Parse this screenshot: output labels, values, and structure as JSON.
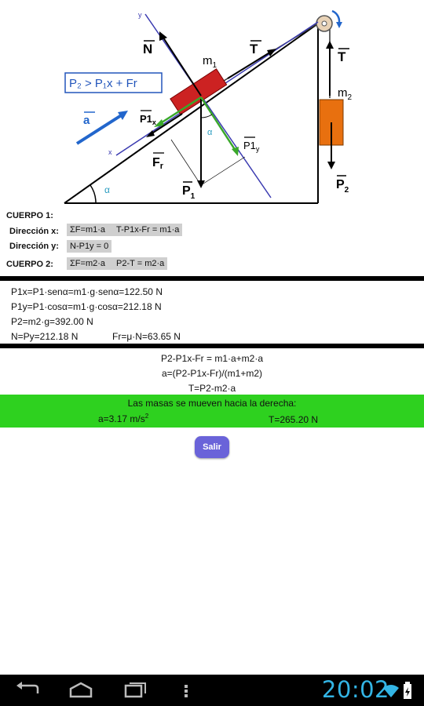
{
  "diagram": {
    "condition": "P₂ > P₁x + Fr",
    "labels": {
      "N": "N",
      "T1": "T",
      "T2": "T",
      "m1": "m",
      "m1_sub": "1",
      "m2": "m",
      "m2_sub": "2",
      "a": "a",
      "P1x": "P1",
      "P1x_sub": "x",
      "P1y": "P1",
      "P1y_sub": "y",
      "Fr": "F",
      "Fr_sub": "r",
      "P1": "P",
      "P1_sub": "1",
      "P2": "P",
      "P2_sub": "2",
      "alpha": "α",
      "y_axis": "y",
      "x_axis": "x"
    },
    "colors": {
      "axis": "#3a3ab0",
      "block1": "#cc2222",
      "block2": "#e8700f",
      "green": "#3aa82a",
      "blue": "#2266cc"
    }
  },
  "cuerpo1": {
    "title": "CUERPO 1:",
    "dir_x_label": "Dirección x:",
    "dir_x_eq1": "ΣF=m1·a",
    "dir_x_eq2": "T-P1x-Fr = m1·a",
    "dir_y_label": "Dirección y:",
    "dir_y_eq": "N-P1y = 0"
  },
  "cuerpo2": {
    "title": "CUERPO 2:",
    "eq1": "ΣF=m2·a",
    "eq2": "P2-T = m2·a"
  },
  "values": {
    "p1x": "P1x=P1·senα=m1·g·senα=122.50 N",
    "p1y": "P1y=P1·cosα=m1·g·cosα=212.18 N",
    "p2": "P2=m2·g=392.00 N",
    "n": "N=Py=212.18 N",
    "fr": "Fr=μ·N=63.65 N"
  },
  "solution": {
    "line1": "P2-P1x-Fr = m1·a+m2·a",
    "line2": "a=(P2-P1x-Fr)/(m1+m2)",
    "line3": "T=P2-m2·a"
  },
  "result": {
    "heading": "Las masas se mueven hacia la derecha:",
    "accel": "a=3.17 m/s",
    "accel_exp": "2",
    "tension": "T=265.20 N"
  },
  "exit_button": "Salir",
  "statusbar": {
    "time": "20:02"
  }
}
